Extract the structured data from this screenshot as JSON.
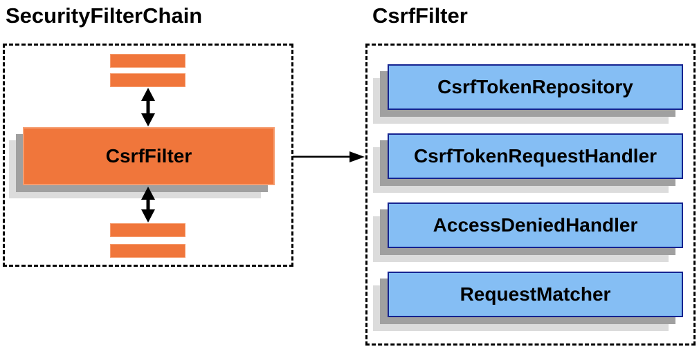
{
  "left_panel": {
    "title": "SecurityFilterChain",
    "filter_box": {
      "label": "CsrfFilter"
    },
    "placeholder_bars": 4
  },
  "right_panel": {
    "title": "CsrfFilter",
    "components": [
      {
        "label": "CsrfTokenRepository"
      },
      {
        "label": "CsrfTokenRequestHandler"
      },
      {
        "label": "AccessDeniedHandler"
      },
      {
        "label": "RequestMatcher"
      }
    ]
  },
  "colors": {
    "orange_fill": "#F0763B",
    "orange_border": "#F69D6F",
    "blue_fill": "#85BEF4",
    "blue_border": "#152390",
    "shadow_dark": "#A0A0A0",
    "shadow_light": "#DCDCDC",
    "arrow": "#000000",
    "dashed_border": "#000000"
  }
}
